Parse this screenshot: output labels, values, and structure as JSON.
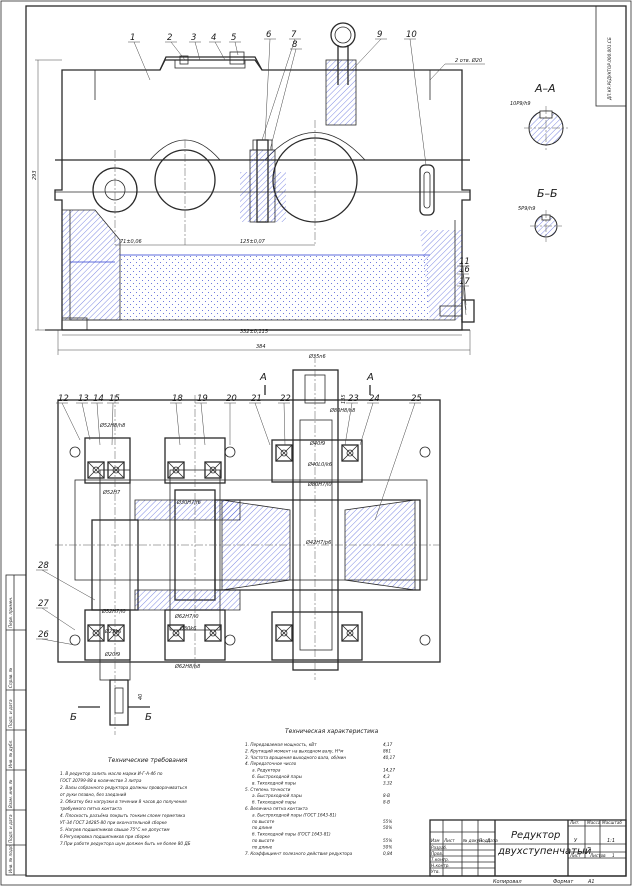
{
  "sheet": {
    "title_line1": "Редуктор",
    "title_line2": "двухступенчатый",
    "format_label": "Формат",
    "format_value": "А1",
    "copied_label": "Копировал",
    "sheet_label": "Лист",
    "sheets_label": "Листов",
    "mass_label": "Масса",
    "scale_label": "Масштаб",
    "sheets_value": "1",
    "scale_value": "1:1",
    "lit_value": "У",
    "title_rows": [
      "Изм",
      "Лист",
      "№ докум.",
      "Подп.",
      "Дата"
    ],
    "title_roles": [
      "Разраб.",
      "Пров.",
      "Т.контр.",
      "Н.контр.",
      "Утв."
    ],
    "margin_labels": [
      "Перв. примен.",
      "Справ. №",
      "Подп. и дата",
      "Инв. № дубл.",
      "Взам. инв. №",
      "Подп. и дата",
      "Инв. № подл."
    ],
    "stamp_code": "ДП.КР.РЕДУКТОР.000.001.СБ"
  },
  "part_numbers": [
    "1",
    "2",
    "3",
    "4",
    "5",
    "6",
    "7",
    "8",
    "9",
    "10",
    "11",
    "12",
    "13",
    "14",
    "15",
    "16",
    "17",
    "18",
    "19",
    "20",
    "21",
    "22",
    "23",
    "24",
    "25",
    "26",
    "27",
    "28"
  ],
  "dimensions": {
    "holes": "2 отв. Ø20",
    "height": "293",
    "c1": "71±0,06",
    "c2": "125±0,07",
    "overall_inner": "332±0,115",
    "overall": "384",
    "out_shaft": "Ø35n6",
    "fit_80": "Ø80H8/h8",
    "fit_40g": "Ø40f9",
    "fit_40k6": "Ø40L0/k6",
    "fit_80l0": "Ø80H7/l0",
    "fit_42": "Ø42H7/p6",
    "fit_52h8": "Ø52H8/h8",
    "fit_52f": "Ø52H7",
    "fit_30h7": "Ø30H7/f6",
    "fit_62": "Ø62H7/l0",
    "fit_30k6": "Ø30k6",
    "fit_62h8": "Ø62H8/h8",
    "fit_25": "Ø25k6",
    "fit_52l0": "Ø52H7/l0",
    "fit_20": "Ø20f9",
    "in_len": "40",
    "depth": "135"
  },
  "sections": {
    "aa": "А–А",
    "aa_fit": "10P9/h9",
    "bb": "Б–Б",
    "bb_fit": "5P9/h9",
    "cut_a": "А",
    "cut_b": "Б"
  },
  "tech_req": {
    "heading": "Технические требования",
    "items": [
      "1. В редуктор залить масло марки И-Г-А-46 по",
      "ГОСТ 20799-88 в количестве 3 литра",
      "2. Валы собранного редуктора должны проворачиваться",
      "от руки плавно, без заеданий",
      "3. Обкатку без нагрузки в течении 8 часов до получения",
      "требуемого пятна контакта",
      "4. Плоскость разъёма покрыть тонким слоем герметика",
      "УТ-34 ГОСТ 24285-80 при окончательной сборке",
      "5. Нагрев подшипников свыше 75°С не допустим",
      "6.Регулировка подшипников при сборке",
      "7.При работе редуктора шум должен быть не более 80 ДБ"
    ]
  },
  "tech_char": {
    "heading": "Техническая характеристика",
    "rows": [
      {
        "label": "1. Передаваемая мощность, кВт",
        "value": "4,17"
      },
      {
        "label": "2. Крутящий момент на выходном валу, Н*м",
        "value": "861"
      },
      {
        "label": "3. Частота вращения выходного вала, об/мин",
        "value": "40,17"
      },
      {
        "label": "4. Передаточное число",
        "value": ""
      },
      {
        "label": "а. Редуктора",
        "value": "14,27"
      },
      {
        "label": "б. Быстроходной пары",
        "value": "4,3"
      },
      {
        "label": "в. Тихоходной пары",
        "value": "3,32"
      },
      {
        "label": "5. Степень точности",
        "value": ""
      },
      {
        "label": "а. Быстроходной пары",
        "value": "8-В"
      },
      {
        "label": "б. Тихоходной пары",
        "value": "8-В"
      },
      {
        "label": "6. Величина пятна контакта",
        "value": ""
      },
      {
        "label": "а. Быстроходной пары (ГОСТ 1643-81)",
        "value": ""
      },
      {
        "label": "по высоте",
        "value": "55%"
      },
      {
        "label": "по длине",
        "value": "50%"
      },
      {
        "label": "б. Тихоходной пары (ГОСТ 1643-81)",
        "value": ""
      },
      {
        "label": "по высоте",
        "value": "55%"
      },
      {
        "label": "по длине",
        "value": "50%"
      },
      {
        "label": "7. Коэффициент полезного действия редуктора",
        "value": "0,84"
      }
    ]
  }
}
